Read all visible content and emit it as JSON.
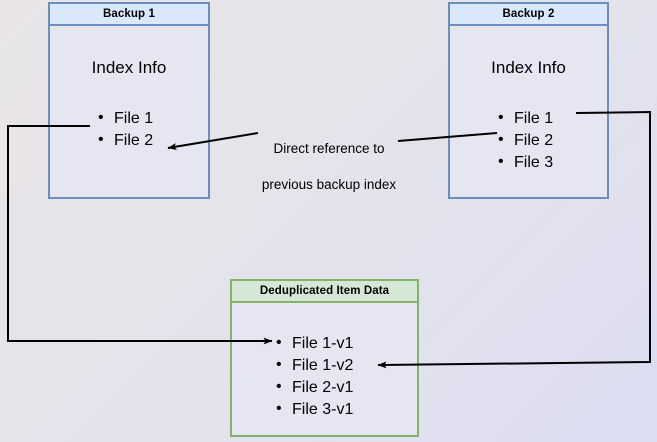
{
  "diagram": {
    "title_hidden": "Backup deduplication reference diagram",
    "background": {
      "from_color": "#e9e5e7",
      "to_color": "#dcdcf2"
    },
    "colors": {
      "blue_border": "#6c8ebf",
      "blue_header": "#dae8fc",
      "green_border": "#82b366",
      "green_header": "#d5e8d4",
      "box_body": "#e6e6f2",
      "connector": "#000000"
    },
    "boxes": {
      "backup1": {
        "header": "Backup 1",
        "subtitle": "Index Info",
        "files": [
          "File 1",
          "File 2"
        ]
      },
      "backup2": {
        "header": "Backup 2",
        "subtitle": "Index Info",
        "files": [
          "File 1",
          "File 2",
          "File 3"
        ]
      },
      "dedup": {
        "header": "Deduplicated Item Data",
        "files": [
          "File 1-v1",
          "File 1-v2",
          "File 2-v1",
          "File 3-v1"
        ]
      }
    },
    "caption": {
      "line1": "Direct reference to",
      "line2": "previous backup index",
      "text": "Direct reference to\nprevious backup index"
    }
  }
}
